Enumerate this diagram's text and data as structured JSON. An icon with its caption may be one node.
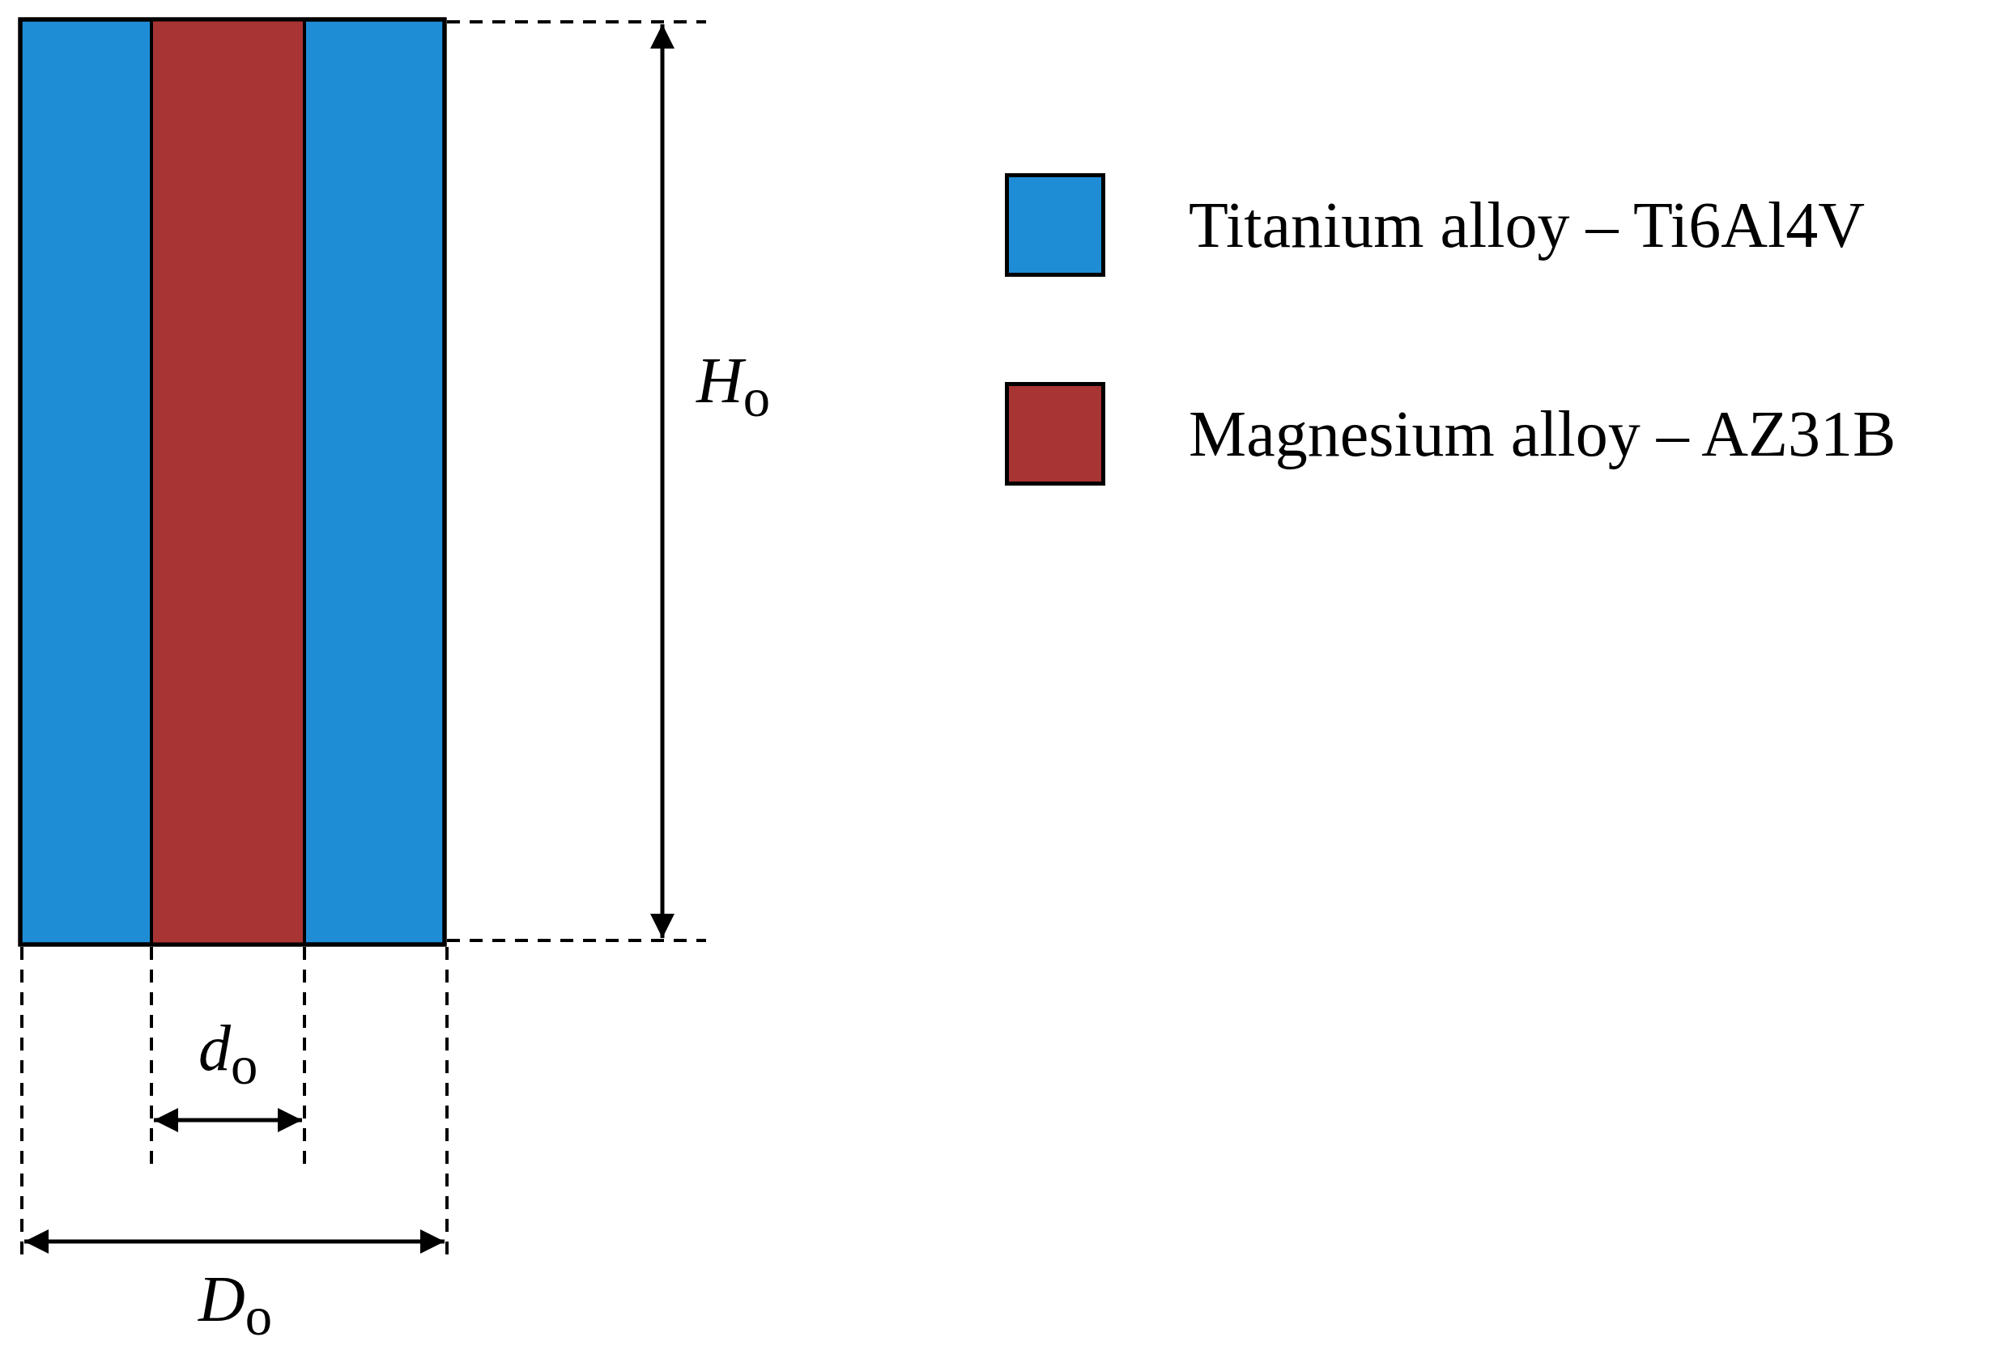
{
  "diagram": {
    "labels": [
      "*H*$_{o}$",
      "*d*$_{o}$",
      "*D*$_{o}$"
    ],
    "legend": [
      {
        "text": "Titanium alloy – Ti6Al4V",
        "color": "#1f8dd6"
      },
      {
        "text": "Magnesium alloy – AZ31B",
        "color": "#a83434"
      }
    ]
  }
}
